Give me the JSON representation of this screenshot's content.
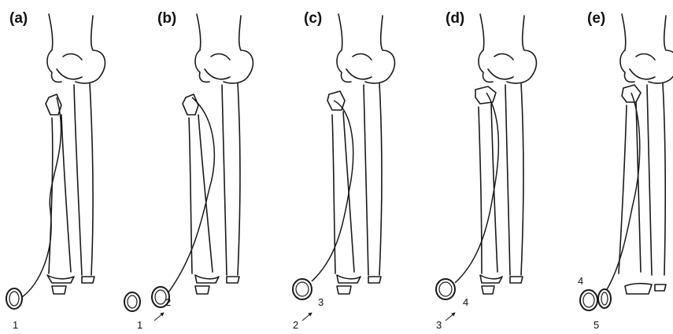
{
  "figure": {
    "panels": [
      {
        "id": "a",
        "label": "(a)",
        "numbers": [
          "1"
        ]
      },
      {
        "id": "b",
        "label": "(b)",
        "numbers": [
          "2",
          "1"
        ]
      },
      {
        "id": "c",
        "label": "(c)",
        "numbers": [
          "3",
          "2"
        ]
      },
      {
        "id": "d",
        "label": "(d)",
        "numbers": [
          "4",
          "3"
        ]
      },
      {
        "id": "e",
        "label": "(e)",
        "numbers": [
          "4",
          "5"
        ]
      }
    ]
  }
}
